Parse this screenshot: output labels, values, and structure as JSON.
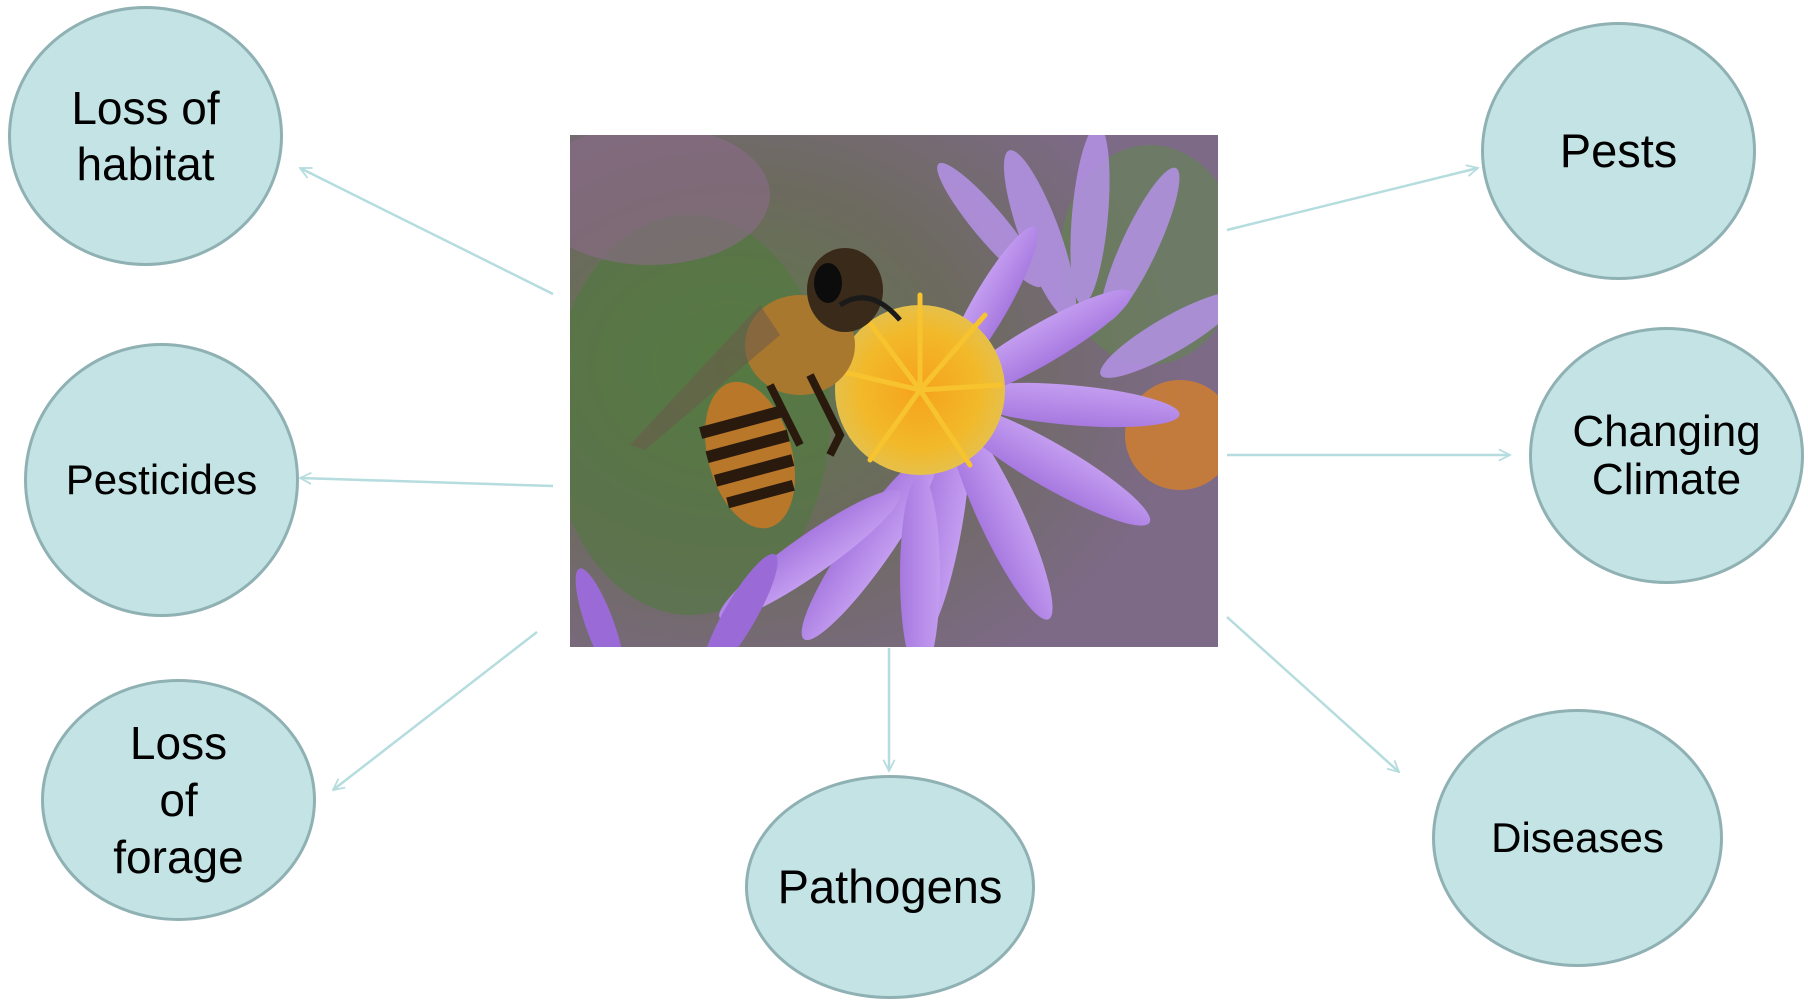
{
  "diagram": {
    "center_image": "photo of a honey bee on a purple aster flower",
    "nodes": {
      "loss_of_habitat": "Loss of\nhabitat",
      "pesticides": "Pesticides",
      "loss_of_forage": "Loss\nof\nforage",
      "pathogens": "Pathogens",
      "diseases": "Diseases",
      "changing_climate": "Changing\nClimate",
      "pests": "Pests"
    }
  },
  "colors": {
    "node_fill": "#c3e3e5",
    "node_border": "#8fb1b3",
    "arrow": "#b5dcde"
  }
}
